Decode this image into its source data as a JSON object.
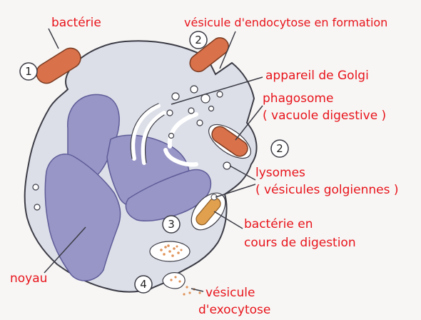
{
  "labels": {
    "bacterie": "bactérie",
    "vesicule_endocytose": "vésicule d'endocytose en formation",
    "golgi": "appareil de Golgi",
    "phagosome_1": "phagosome",
    "phagosome_2": "( vacuole digestive )",
    "lysosomes_1": "lysomes",
    "lysosomes_2": "( vésicules golgiennes )",
    "digestion_1": "bactérie en",
    "digestion_2": "cours de digestion",
    "noyau": "noyau",
    "exocytose_1": "vésicule",
    "exocytose_2": "d'exocytose"
  },
  "steps": {
    "s1": "1",
    "s2a": "2",
    "s2b": "2",
    "s3": "3",
    "s4": "4"
  },
  "colors": {
    "label_red": "#e8141c",
    "cytoplasm": "#dcdfe8",
    "nucleus": "#9896c6",
    "bacterium": "#d9714a",
    "outline": "#3c3c46"
  }
}
